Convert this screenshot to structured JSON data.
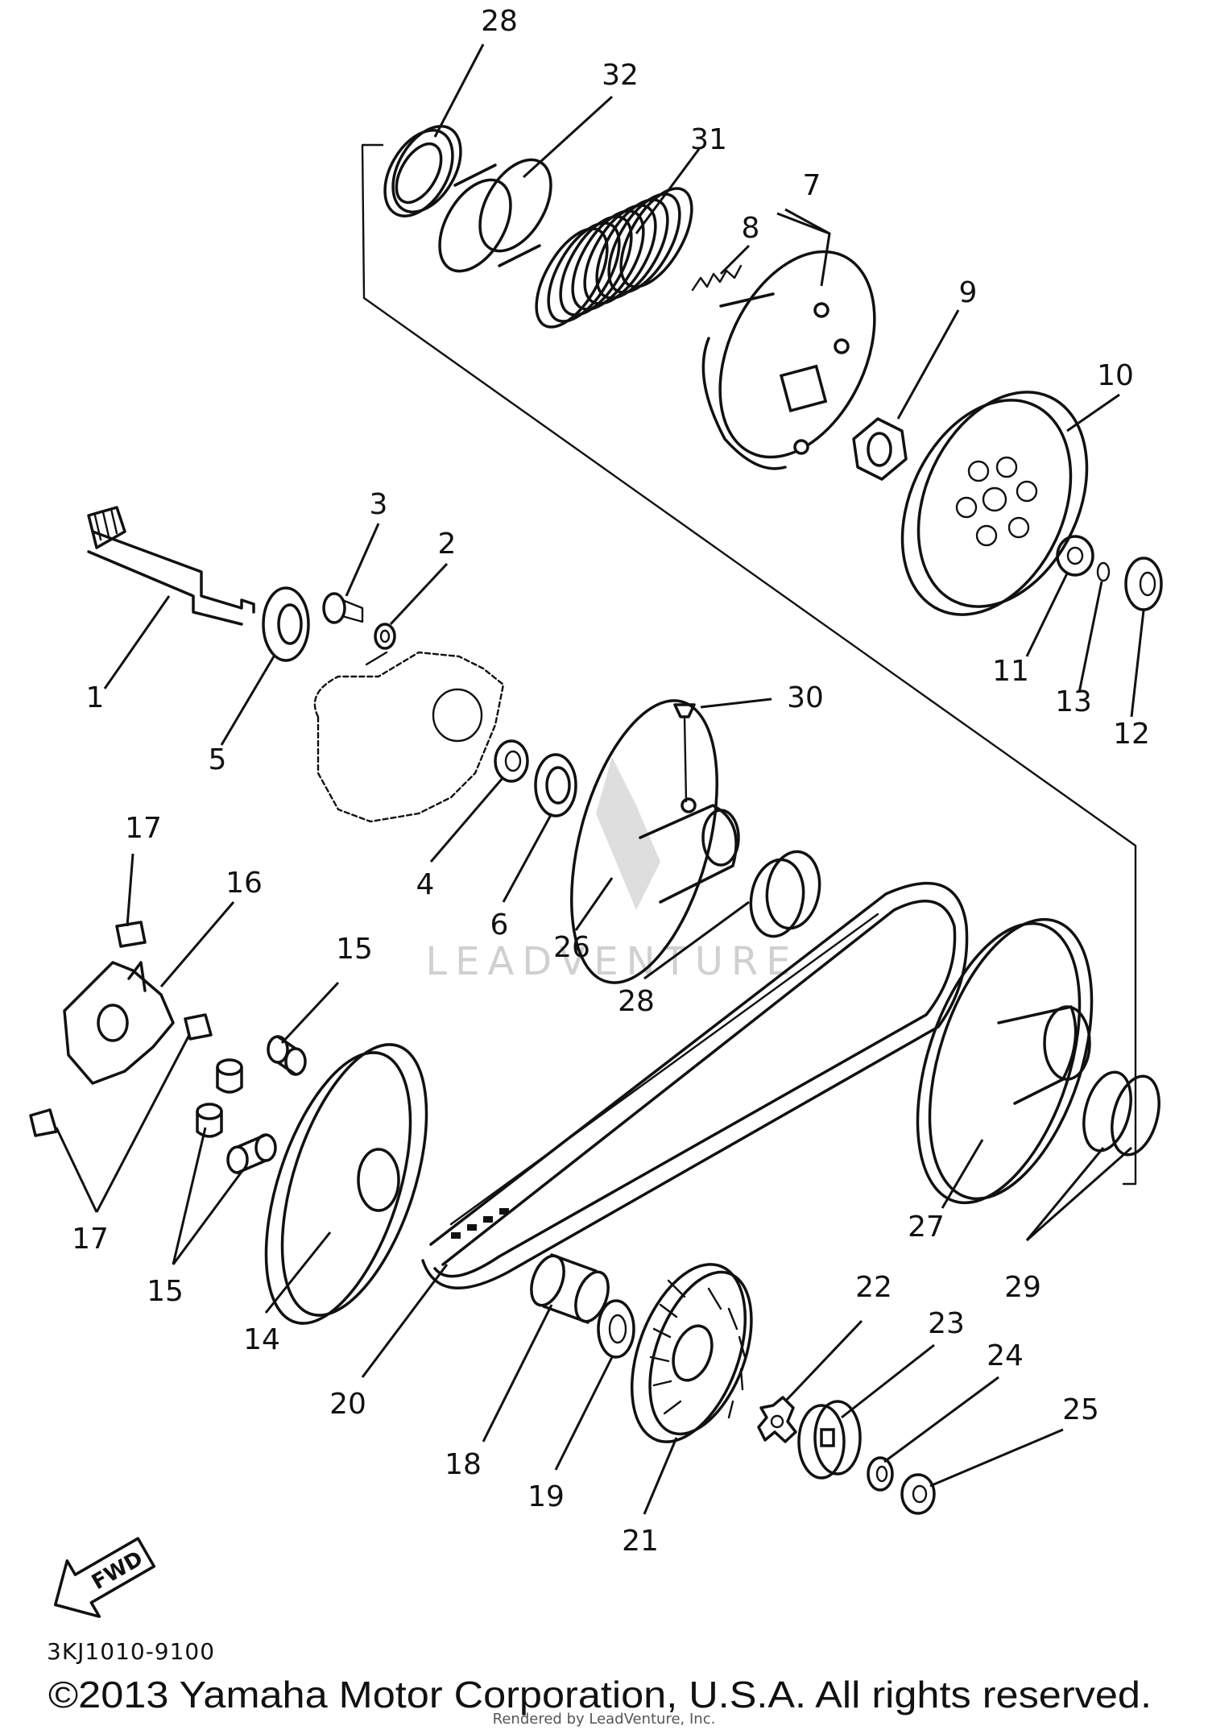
{
  "watermark": "LEADVENTURE",
  "credit": "Rendered by LeadVenture, Inc.",
  "diagram_code": "3KJ1010-9100",
  "copyright": "©2013 Yamaha Motor Corporation, U.S.A. All rights reserved.",
  "fwd_label": "FWD",
  "callouts": [
    "28",
    "32",
    "31",
    "7",
    "8",
    "9",
    "10",
    "3",
    "2",
    "1",
    "5",
    "11",
    "13",
    "12",
    "30",
    "4",
    "6",
    "26",
    "28",
    "17",
    "16",
    "15",
    "17",
    "15",
    "14",
    "20",
    "18",
    "19",
    "21",
    "22",
    "23",
    "24",
    "25",
    "27",
    "29"
  ]
}
